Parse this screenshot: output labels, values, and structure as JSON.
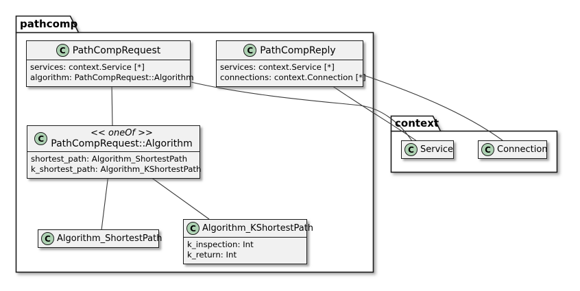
{
  "packages": {
    "pathcomp": {
      "label": "pathcomp"
    },
    "context": {
      "label": "context"
    }
  },
  "spot": {
    "letter": "C"
  },
  "colors": {
    "class_fill": "#F1F1F1",
    "spot_fill": "#ADD1B2",
    "border": "#1b1b1b",
    "background": "#ffffff"
  },
  "classes": {
    "pathCompRequest": {
      "name": "PathCompRequest",
      "attrs": [
        "services: context.Service [*]",
        "algorithm: PathCompRequest::Algorithm"
      ]
    },
    "pathCompReply": {
      "name": "PathCompReply",
      "attrs": [
        "services: context.Service [*]",
        "connections: context.Connection [*]"
      ]
    },
    "algorithm": {
      "stereotype_open": "<< ",
      "stereotype_word": "oneOf",
      "stereotype_close": " >>",
      "name": "PathCompRequest::Algorithm",
      "attrs": [
        "shortest_path: Algorithm_ShortestPath",
        "k_shortest_path: Algorithm_KShortestPath"
      ]
    },
    "shortestPath": {
      "name": "Algorithm_ShortestPath"
    },
    "kShortestPath": {
      "name": "Algorithm_KShortestPath",
      "attrs": [
        "k_inspection: Int",
        "k_return: Int"
      ]
    },
    "service": {
      "name": "Service"
    },
    "connection": {
      "name": "Connection"
    }
  },
  "edges": [
    {
      "from": "PathCompRequest",
      "to": "PathCompRequest::Algorithm"
    },
    {
      "from": "PathCompRequest::Algorithm",
      "to": "Algorithm_ShortestPath"
    },
    {
      "from": "PathCompRequest::Algorithm",
      "to": "Algorithm_KShortestPath"
    },
    {
      "from": "PathCompRequest",
      "to": "context.Service"
    },
    {
      "from": "PathCompReply",
      "to": "context.Service"
    },
    {
      "from": "PathCompReply",
      "to": "context.Connection"
    }
  ]
}
